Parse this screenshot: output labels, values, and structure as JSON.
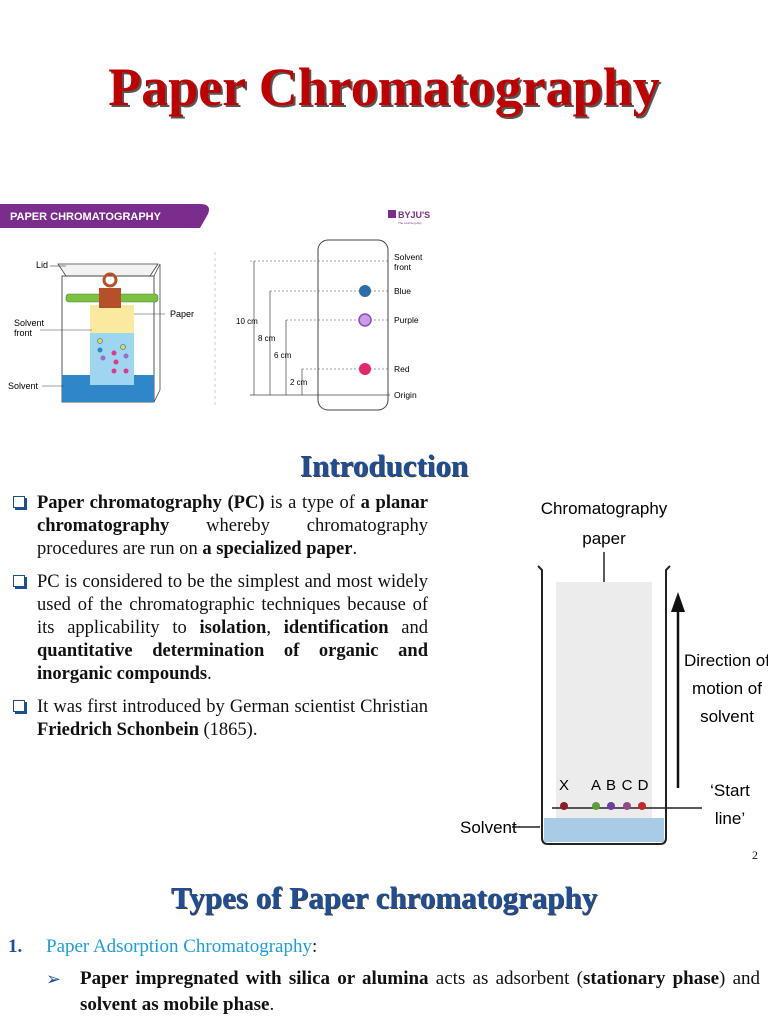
{
  "title": "Paper Chromatography",
  "figure1": {
    "banner": "PAPER CHROMATOGRAPHY",
    "brand": "BYJU'S",
    "brand_sub": "The Learning App",
    "labels": {
      "lid": "Lid",
      "paper": "Paper",
      "solvent_front_1": "Solvent",
      "solvent_front_2": "front",
      "solvent": "Solvent"
    },
    "measures": [
      "10 cm",
      "8 cm",
      "6 cm",
      "2 cm"
    ],
    "right_labels": {
      "solvent_front_1": "Solvent",
      "solvent_front_2": "front",
      "blue": "Blue",
      "purple": "Purple",
      "red": "Red",
      "origin": "Origin"
    }
  },
  "intro": {
    "heading": "Introduction",
    "bullets": [
      {
        "parts": [
          {
            "t": "Paper chromatography (PC)",
            "b": true
          },
          {
            "t": " is a type of ",
            "b": false
          },
          {
            "t": "a planar chromatography",
            "b": true
          },
          {
            "t": " whereby chromatography procedures are run on ",
            "b": false
          },
          {
            "t": "a specialized paper",
            "b": true
          },
          {
            "t": ".",
            "b": false
          }
        ]
      },
      {
        "parts": [
          {
            "t": "PC is considered to be the simplest and most widely used of the chromatographic techniques because of its applicability to ",
            "b": false
          },
          {
            "t": "isolation",
            "b": true
          },
          {
            "t": ", ",
            "b": false
          },
          {
            "t": "identification",
            "b": true
          },
          {
            "t": " and ",
            "b": false
          },
          {
            "t": "quantitative determination of organic and inorganic compounds",
            "b": true
          },
          {
            "t": ".",
            "b": false
          }
        ]
      },
      {
        "parts": [
          {
            "t": "It was first introduced by German scientist Christian ",
            "b": false
          },
          {
            "t": "Friedrich Schonbein",
            "b": true
          },
          {
            "t": " (1865).",
            "b": false
          }
        ]
      }
    ]
  },
  "figure2": {
    "paper_label_1": "Chromatography",
    "paper_label_2": "paper",
    "direction_1": "Direction of",
    "direction_2": "motion of",
    "direction_3": "solvent",
    "start_1": "‘Start",
    "start_2": "line’",
    "solvent": "Solvent",
    "spots": [
      "X",
      "A",
      "B",
      "C",
      "D"
    ]
  },
  "page_number": "2",
  "types": {
    "heading": "Types of Paper chromatography",
    "items": [
      {
        "number": "1.",
        "label": "Paper Adsorption Chromatography",
        "suffix": ":",
        "sub_parts": [
          {
            "t": "Paper impregnated with silica or alumina",
            "b": true
          },
          {
            "t": " acts as adsorbent (",
            "b": false
          },
          {
            "t": "stationary phase",
            "b": true
          },
          {
            "t": ") and ",
            "b": false
          },
          {
            "t": "solvent as mobile phase",
            "b": true
          },
          {
            "t": ".",
            "b": false
          }
        ]
      }
    ]
  },
  "colors": {
    "title": "#c00000",
    "heading": "#1f4e99",
    "link": "#1a9de0",
    "banner": "#7b2d8e"
  }
}
